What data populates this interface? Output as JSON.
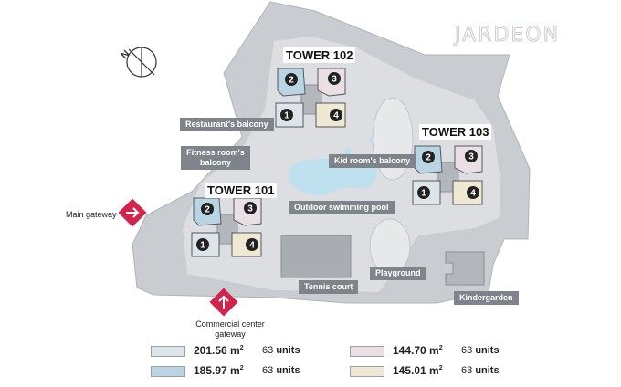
{
  "brand": "JARDEON",
  "towers": [
    {
      "id": "t102",
      "label": "TOWER  102"
    },
    {
      "id": "t103",
      "label": "TOWER  103"
    },
    {
      "id": "t101",
      "label": "TOWER  101"
    }
  ],
  "unit_numbers": [
    "1",
    "2",
    "3",
    "4"
  ],
  "place_labels": {
    "restaurant_balcony": "Restaurant's balcony",
    "fitness_balcony": "Fitness room's balcony",
    "kid_balcony": "Kid room's balcony",
    "pool": "Outdoor swimming pool",
    "playground": "Playground",
    "tennis": "Tennis court",
    "kindergarden": "Kindergarden"
  },
  "gates": {
    "main": "Main gateway",
    "commercial": "Commercial center gateway"
  },
  "legend": [
    {
      "area": "201.56",
      "unit": "m",
      "sup": "2",
      "count": "63",
      "count_label": "units",
      "color": "#dde4ea"
    },
    {
      "area": "144.70",
      "unit": "m",
      "sup": "2",
      "count": "63",
      "count_label": "units",
      "color": "#e9dfe5"
    },
    {
      "area": "185.97",
      "unit": "m",
      "sup": "2",
      "count": "63",
      "count_label": "units",
      "color": "#b9d4e3"
    },
    {
      "area": "145.01",
      "unit": "m",
      "sup": "2",
      "count": "63",
      "count_label": "units",
      "color": "#efe8d2"
    }
  ],
  "colors": {
    "ground": "#c9ccd0",
    "paving": "#dcdee1",
    "unit1": "#dde4ea",
    "unit2": "#b9d4e3",
    "unit3": "#e9dfe5",
    "unit4": "#efe8d2",
    "core": "#b3b7bc",
    "water": "#bfe0ee",
    "gate": "#d0264d",
    "label_bg": "#7e8489"
  },
  "icons": {
    "compass": "compass-north-icon",
    "gate": "gate-arrow-icon"
  }
}
